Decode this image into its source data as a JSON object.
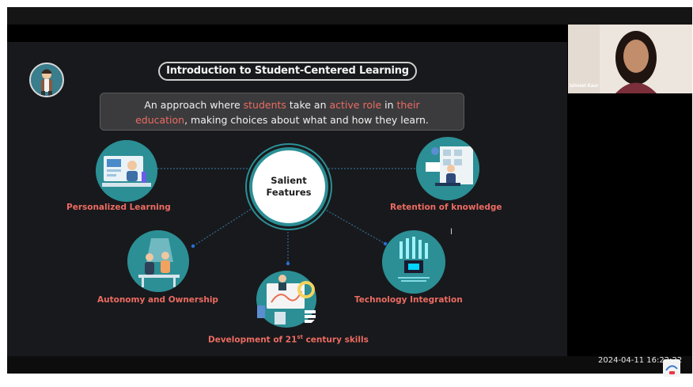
{
  "presenter": {
    "name": "Ishneet Kaur"
  },
  "timestamp": "2024-04-11 16:22:22",
  "slide": {
    "title": "Introduction to Student-Centered Learning",
    "intro": {
      "part1": "An approach where ",
      "hl1": "students",
      "part2": " take an ",
      "hl2": "active role",
      "part3": " in ",
      "hl3": "their",
      "hl4": "education",
      "part4": ", making choices about what and how they learn."
    },
    "center": {
      "line1": "Salient",
      "line2": "Features"
    },
    "features": {
      "personalized": "Personalized Learning",
      "retention": "Retention of knowledge",
      "autonomy": "Autonomy and Ownership",
      "technology": "Technology Integration",
      "development_pre": "Development of 21",
      "development_sup": "st",
      "development_post": " century skills"
    }
  },
  "colors": {
    "slide_bg": "#18191c",
    "accent_teal": "#2b8f95",
    "highlight_coral": "#ec6b62",
    "intro_box": "#3b3b3d"
  },
  "icons": [
    "teacher-avatar-icon",
    "cursor-icon",
    "recording-logo-icon"
  ]
}
